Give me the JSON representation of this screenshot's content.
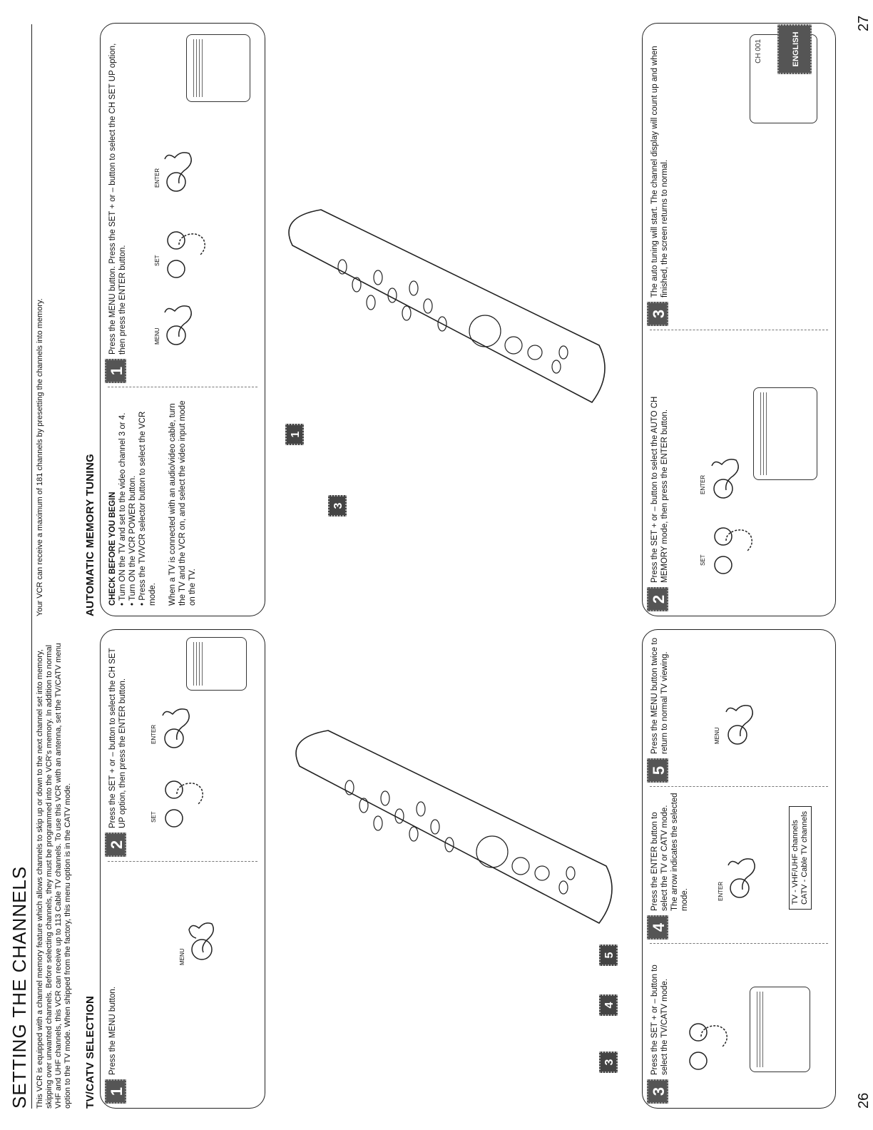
{
  "page_title": "SETTING THE CHANNELS",
  "intro": "This VCR is equipped with a channel memory feature which allows channels to skip up or down to the next channel set into memory, skipping over unwanted channels. Before selecting channels, they must be programmed into the VCR's memory. In addition to normal VHF and UHF channels, this VCR can receive up to 113 Cable TV channels. To use this VCR with an antenna, set the TV/CATV menu option to the TV mode. When shipped from the factory, this menu option is in the CATV mode.",
  "right_intro": "Your VCR can receive a maximum of 181 channels by presetting the channels into memory.",
  "tvcatv": {
    "heading": "TV/CATV SELECTION",
    "steps": [
      {
        "num": "1",
        "text": "Press the MENU button."
      },
      {
        "num": "2",
        "text": "Press the SET + or – button to select the CH SET UP option, then press the ENTER button."
      },
      {
        "num": "3",
        "text": "Press the SET + or – button to select the TV/CATV mode."
      },
      {
        "num": "4",
        "text": "Press the ENTER button to select the TV or CATV mode. The arrow indicates the selected mode."
      },
      {
        "num": "5",
        "text": "Press the MENU button twice to return to normal TV viewing."
      }
    ],
    "mode_tv": "TV      - VHF/UHF channels",
    "mode_catv": "CATV - Cable TV channels"
  },
  "auto": {
    "heading": "AUTOMATIC MEMORY TUNING",
    "check_title": "CHECK BEFORE YOU BEGIN",
    "check_items": [
      "• Turn ON the TV and set to the video channel 3 or 4.",
      "• Turn ON the VCR POWER button.",
      "• Press the TV/VCR selector button to select the VCR mode."
    ],
    "check_note": "When a TV is connected with an audio/video cable, turn the TV and the VCR on, and select the video input mode on the TV.",
    "steps": [
      {
        "num": "1",
        "text": "Press the MENU button. Press the SET + or – button to select the CH SET UP option, then press the ENTER button."
      },
      {
        "num": "2",
        "text": "Press the SET + or – button to select the AUTO CH MEMORY mode, then press the ENTER button."
      },
      {
        "num": "3",
        "text": "The auto tuning will start. The channel display will count up and when finished, the screen returns to normal."
      }
    ],
    "osd_ch": "CH 001"
  },
  "labels": {
    "menu": "MENU",
    "set": "SET",
    "enter": "ENTER",
    "plus": "+",
    "minus": "–"
  },
  "page_left": "26",
  "page_right": "27",
  "lang_tab": "ENGLISH"
}
